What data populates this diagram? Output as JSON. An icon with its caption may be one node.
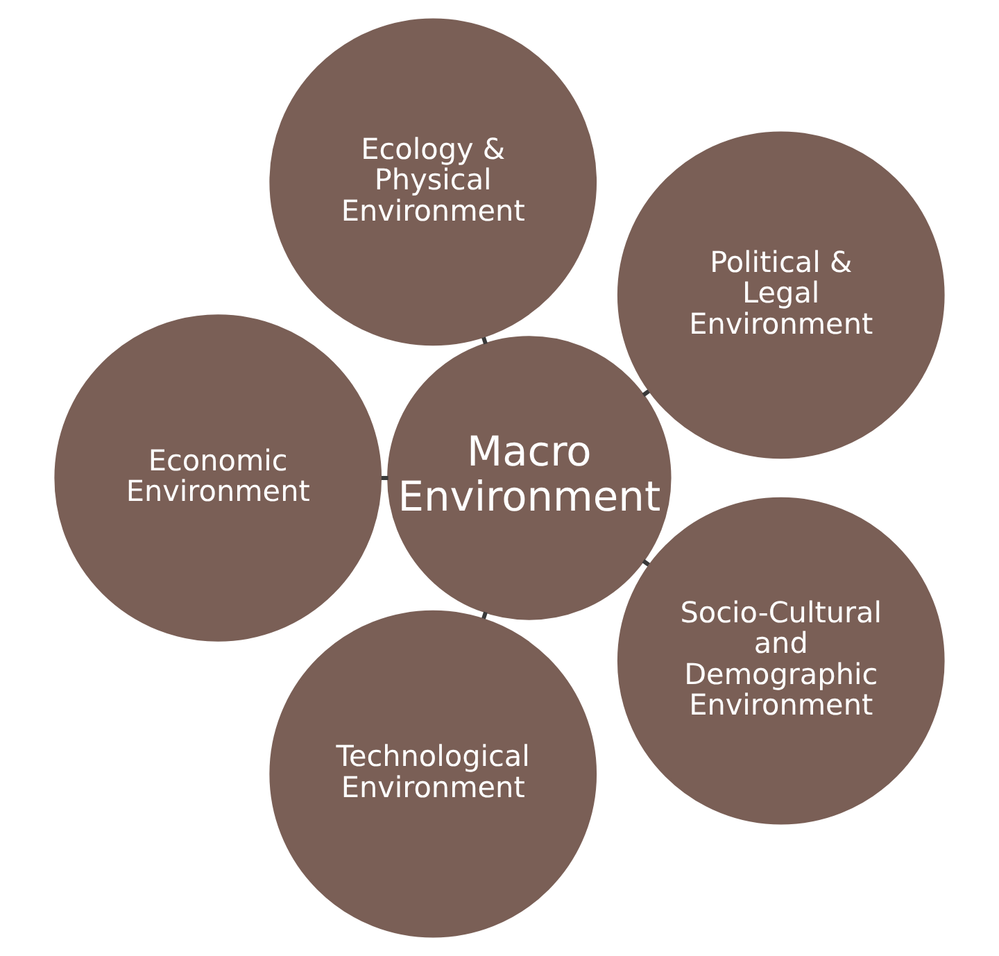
{
  "diagram": {
    "nodes": [
      {
        "text": [
          "Political & Legal Environment"
        ]
      },
      {
        "text": [
          "Ecology & Physical Environment"
        ]
      },
      {
        "text": [
          "Economic Environment"
        ]
      },
      {
        "text": [
          "Macro Environment"
        ]
      },
      {
        "text": [
          "Technological Environment"
        ]
      },
      {
        "text": [
          "Socio-Cultural and Demographic Environment"
        ]
      }
    ],
    "edges": [
      {
        "from": 3,
        "to": 0,
        "arrow": "none"
      },
      {
        "from": 3,
        "to": 2,
        "arrow": "none"
      },
      {
        "from": 3,
        "to": 5,
        "arrow": "none"
      },
      {
        "from": 3,
        "to": 4,
        "arrow": "none"
      },
      {
        "from": 3,
        "to": 1,
        "arrow": "none"
      }
    ]
  }
}
